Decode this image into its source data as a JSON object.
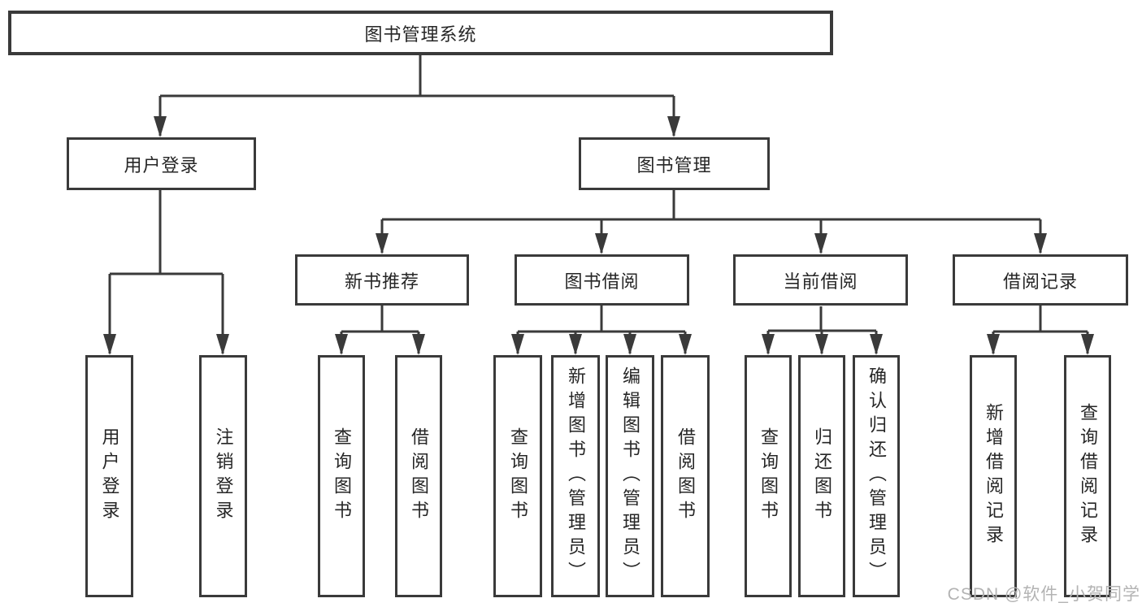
{
  "colors": {
    "line": "#3a3a3a",
    "box_border": "#3a3a3a",
    "text": "#262626",
    "watermark": "#b3b3b3",
    "background": "#ffffff"
  },
  "watermark": {
    "text": "CSDN @软件_小贺同学"
  },
  "tree": {
    "root": {
      "label": "图书管理系统",
      "children": [
        {
          "label": "用户登录",
          "children": [
            {
              "label": "用户登录"
            },
            {
              "label": "注销登录"
            }
          ]
        },
        {
          "label": "图书管理",
          "children": [
            {
              "label": "新书推荐",
              "children": [
                {
                  "label": "查询图书"
                },
                {
                  "label": "借阅图书"
                }
              ]
            },
            {
              "label": "图书借阅",
              "children": [
                {
                  "label": "查询图书"
                },
                {
                  "label": "新增图书（管理员）"
                },
                {
                  "label": "编辑图书（管理员）"
                },
                {
                  "label": "借阅图书"
                }
              ]
            },
            {
              "label": "当前借阅",
              "children": [
                {
                  "label": "查询图书"
                },
                {
                  "label": "归还图书"
                },
                {
                  "label": "确认归还（管理员）"
                }
              ]
            },
            {
              "label": "借阅记录",
              "children": [
                {
                  "label": "新增借阅记录"
                },
                {
                  "label": "查询借阅记录"
                }
              ]
            }
          ]
        }
      ]
    }
  }
}
